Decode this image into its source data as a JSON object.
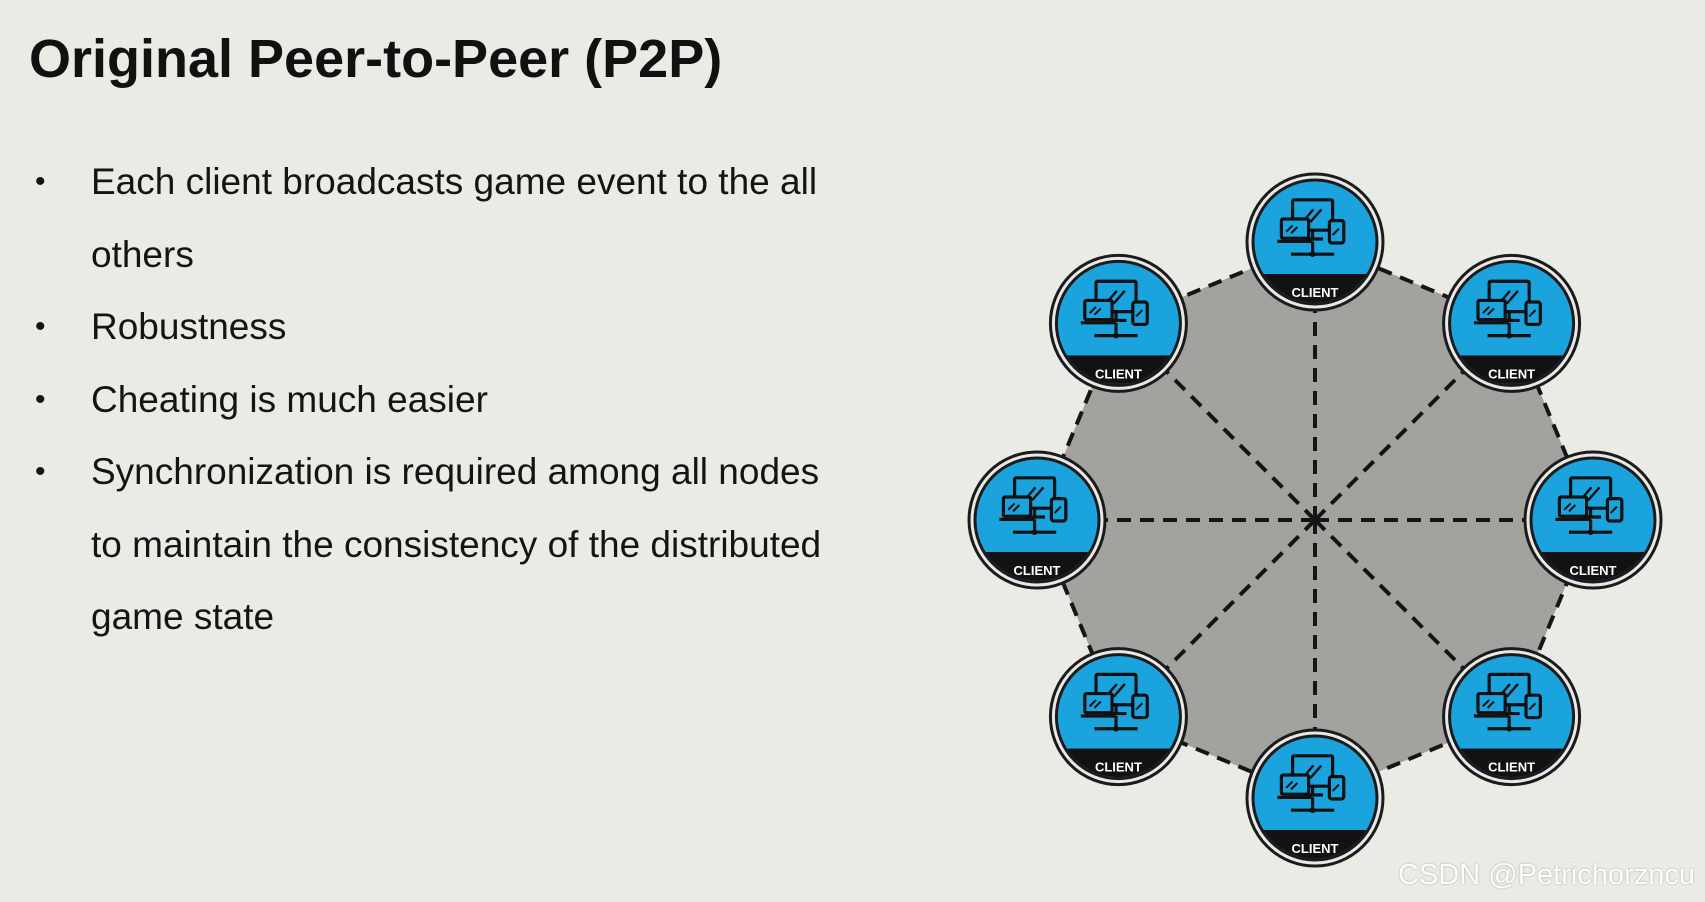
{
  "slide": {
    "title": "Original Peer-to-Peer (P2P)",
    "bullets": [
      {
        "line1": "Each client broadcasts game event to the all",
        "line2": "others",
        "line3": ""
      },
      {
        "line1": "Robustness",
        "line2": "",
        "line3": ""
      },
      {
        "line1": "Cheating is much easier",
        "line2": "",
        "line3": ""
      },
      {
        "line1": "Synchronization is required among all nodes",
        "line2": "to maintain the consistency of the distributed",
        "line3": "game state"
      }
    ],
    "bullet_glyph": "•"
  },
  "diagram": {
    "node_label": "CLIENT",
    "node_count": 8,
    "node_icon": "devices-icon",
    "colors": {
      "node_fill": "#1aa3dd",
      "node_ring": "#e8e8e8",
      "node_border": "#1b1b1b",
      "hub_fill": "#a3a29e",
      "dash_color": "#151515"
    }
  },
  "watermark": {
    "text": "CSDN @Petrichorzncu"
  }
}
